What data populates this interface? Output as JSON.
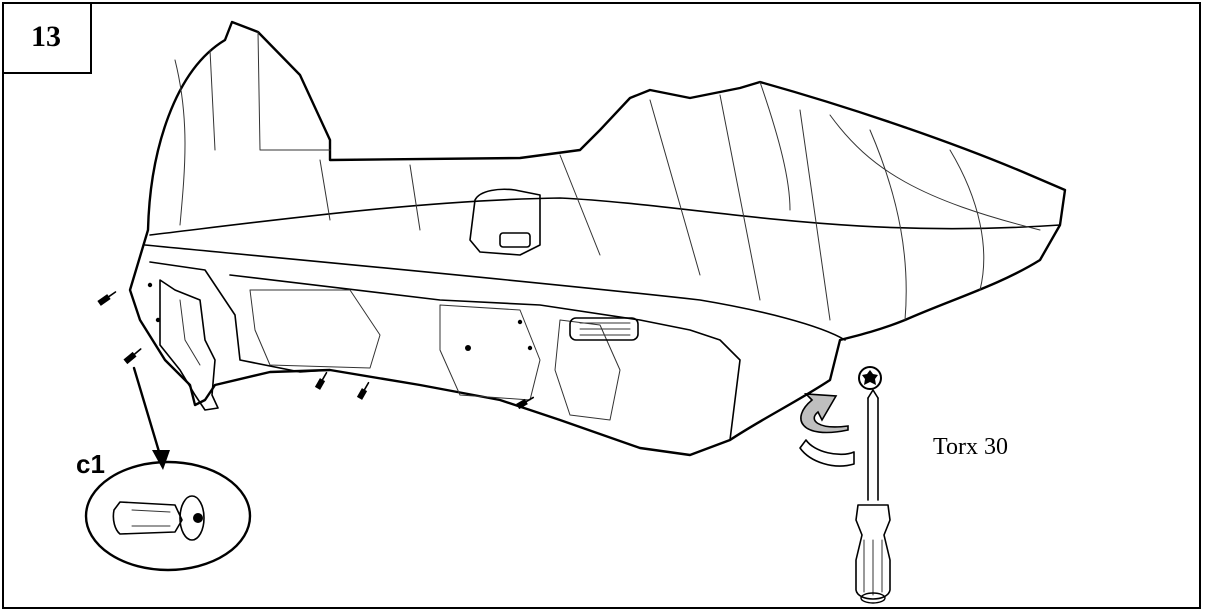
{
  "step": {
    "number": "13"
  },
  "callout": {
    "label": "c1"
  },
  "tool": {
    "name": "Torx 30"
  }
}
